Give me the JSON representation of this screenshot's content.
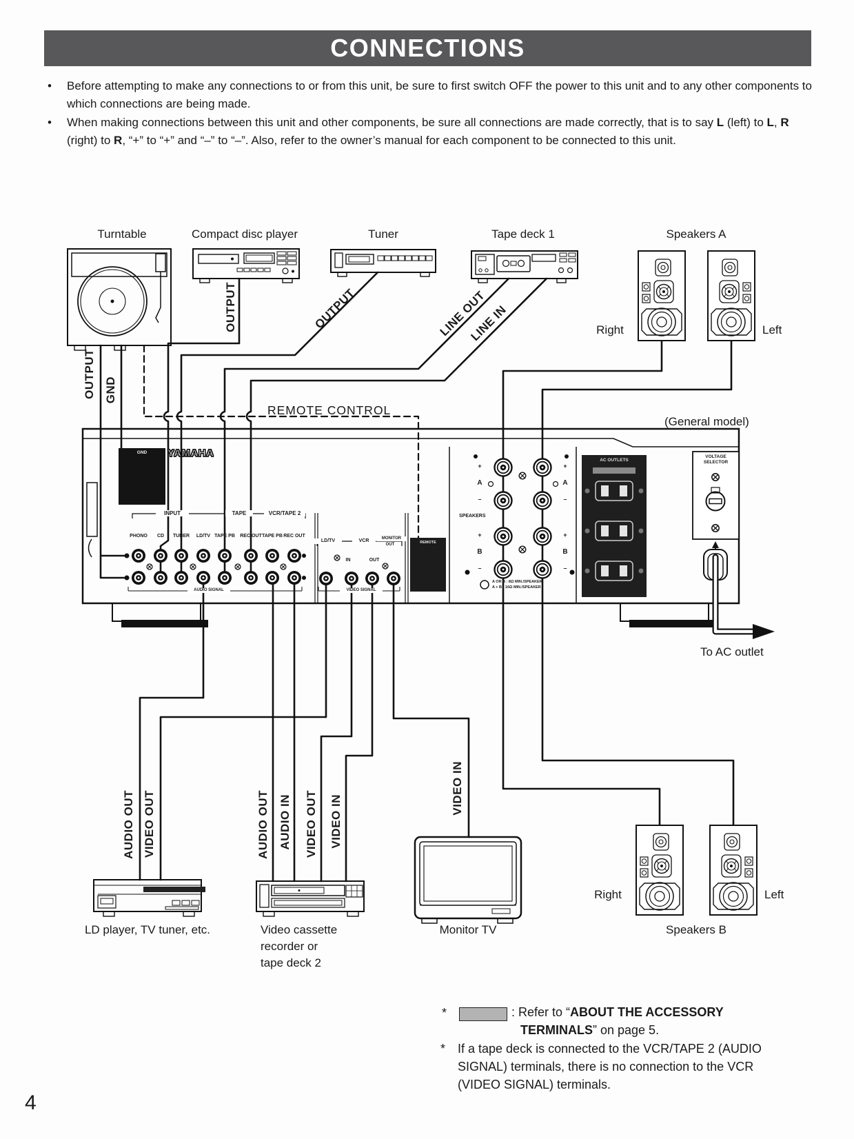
{
  "page": {
    "number": "4"
  },
  "colors": {
    "header_bar": "#58585a",
    "accessory_box": "#b3b3b3",
    "ink": "#1a1a1a"
  },
  "header": {
    "title": "CONNECTIONS"
  },
  "intro": {
    "bullet": "•",
    "b1": "Before attempting to make any connections to or from this unit, be sure to first switch OFF the power to this unit and to any other components to which connections are being made.",
    "b2": {
      "p0": "When making connections between this unit and other components, be sure all connections are made correctly, that is to say ",
      "b1": "L",
      "p1": " (left) to ",
      "b2": "L",
      "p2": ", ",
      "b3": "R",
      "p3": " (right) to ",
      "b4": "R",
      "p4": ", “+” to “+” and “–” to “–”.  Also, refer to the owner’s manual for each component to be connected to this unit."
    }
  },
  "d": {
    "turntable": "Turntable",
    "cd_player": "Compact disc player",
    "tuner": "Tuner",
    "tape_deck_1": "Tape deck 1",
    "speakers_a": "Speakers A",
    "speakers_b": "Speakers B",
    "right": "Right",
    "left": "Left",
    "general_model": "(General model)",
    "to_ac_outlet": "To AC outlet",
    "ld_player": "LD player, TV tuner, etc.",
    "vcr_l1": "Video cassette",
    "vcr_l2": "recorder or",
    "vcr_l3": "tape deck 2",
    "monitor_tv": "Monitor TV"
  },
  "w": {
    "output": "OUTPUT",
    "gnd": "GND",
    "line_out": "LINE OUT",
    "line_in": "LINE IN",
    "remote_control": "REMOTE CONTROL",
    "audio_out": "AUDIO OUT",
    "audio_in": "AUDIO IN",
    "video_out": "VIDEO OUT",
    "video_in": "VIDEO IN"
  },
  "p": {
    "brand": "YAMAHA",
    "gnd": "GND",
    "input": "INPUT",
    "tape": "TAPE",
    "vcr_tape2": "VCR/TAPE 2",
    "jacks": [
      "PHONO",
      "CD",
      "TUNER",
      "LD/TV",
      "TAPE PB",
      "REC OUT",
      "TAPE PB",
      "REC OUT"
    ],
    "audio_signal": "AUDIO SIGNAL",
    "video_signal": "VIDEO SIGNAL",
    "ld_tv": "LD/TV",
    "vcr": "VCR",
    "monitor": "MONITOR",
    "in": "IN",
    "out": "OUT",
    "remote": "REMOTE",
    "speakers": "SPEAKERS",
    "a": "A",
    "b": "B",
    "plus": "+",
    "minus": "–",
    "imp1": "A OR B : 8Ω MIN./SPEAKER",
    "imp2": "A + B : 16Ω MIN./SPEAKER",
    "ac_outlets": "AC OUTLETS",
    "voltage": "VOLTAGE",
    "selector": "SELECTOR"
  },
  "fn": {
    "star": "*",
    "fn1_pre": ": Refer to “",
    "fn1_b1": "ABOUT THE ACCESSORY",
    "fn1_b2": "TERMINALS",
    "fn1_post": "” on page 5.",
    "fn2_l1": "If a tape deck is connected to the VCR/TAPE 2 (AUDIO",
    "fn2_l2": "SIGNAL) terminals, there is no connection to the VCR",
    "fn2_l3": "(VIDEO SIGNAL) terminals."
  }
}
